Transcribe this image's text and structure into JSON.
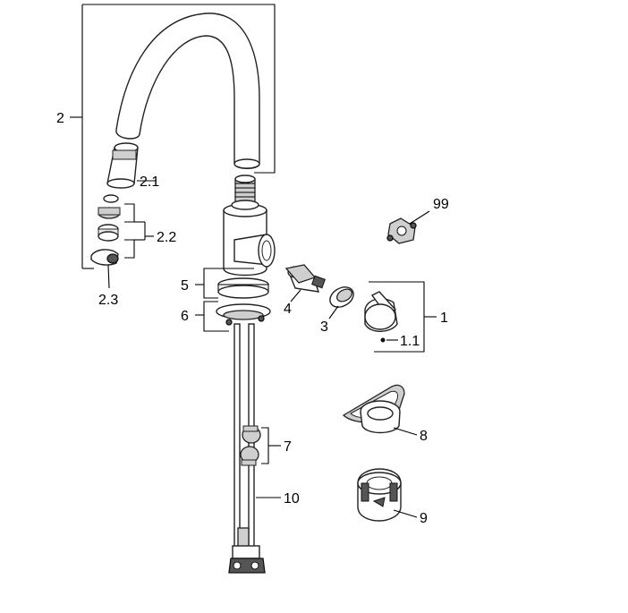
{
  "labels": {
    "l2": "2",
    "l2_1": "2.1",
    "l2_2": "2.2",
    "l2_3": "2.3",
    "l99": "99",
    "l5": "5",
    "l6": "6",
    "l4": "4",
    "l3": "3",
    "l1": "1",
    "l1_1": "1.1",
    "l8": "8",
    "l7": "7",
    "l10": "10",
    "l9": "9"
  },
  "colors": {
    "line": "#000000",
    "part_outline": "#222222",
    "part_fill": "#ffffff",
    "part_grey": "#cfcfcf"
  }
}
